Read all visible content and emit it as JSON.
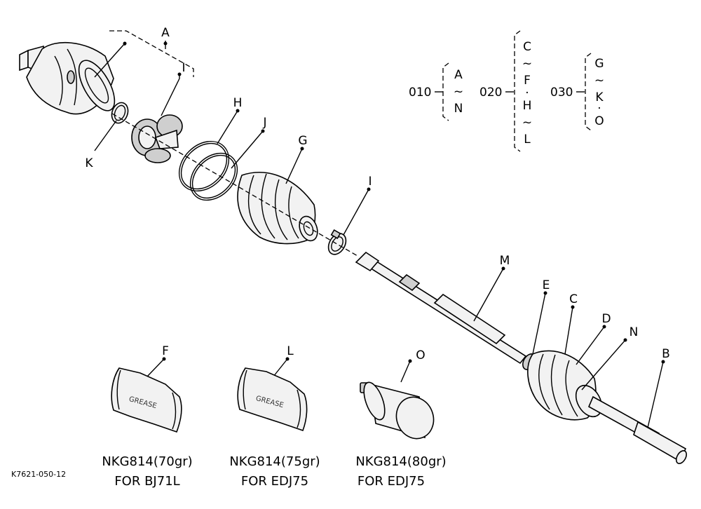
{
  "labels": {
    "A": "A",
    "B": "B",
    "C": "C",
    "D": "D",
    "E": "E",
    "F": "F",
    "G": "G",
    "H": "H",
    "I_boot_clamp": "I",
    "I_bracket": "I",
    "J": "J",
    "K": "K",
    "L": "L",
    "M": "M",
    "N": "N",
    "O": "O"
  },
  "groups": [
    {
      "code": "010",
      "range": [
        "A",
        "~",
        "N"
      ]
    },
    {
      "code": "020",
      "range": [
        "C",
        "~",
        "F",
        "·",
        "H",
        "~",
        "L"
      ]
    },
    {
      "code": "030",
      "range": [
        "G",
        "~",
        "K",
        "·",
        "O"
      ]
    }
  ],
  "grease_packets": [
    {
      "packet_text": "GREASE",
      "line1": "NKG814(70gr)",
      "line2": "FOR BJ71L"
    },
    {
      "packet_text": "GREASE",
      "line1": "NKG814(75gr)",
      "line2": "FOR EDJ75"
    },
    {
      "line1": "NKG814(80gr)",
      "line2": "FOR EDJ75"
    }
  ],
  "drawing_code": "K7621-050-12"
}
